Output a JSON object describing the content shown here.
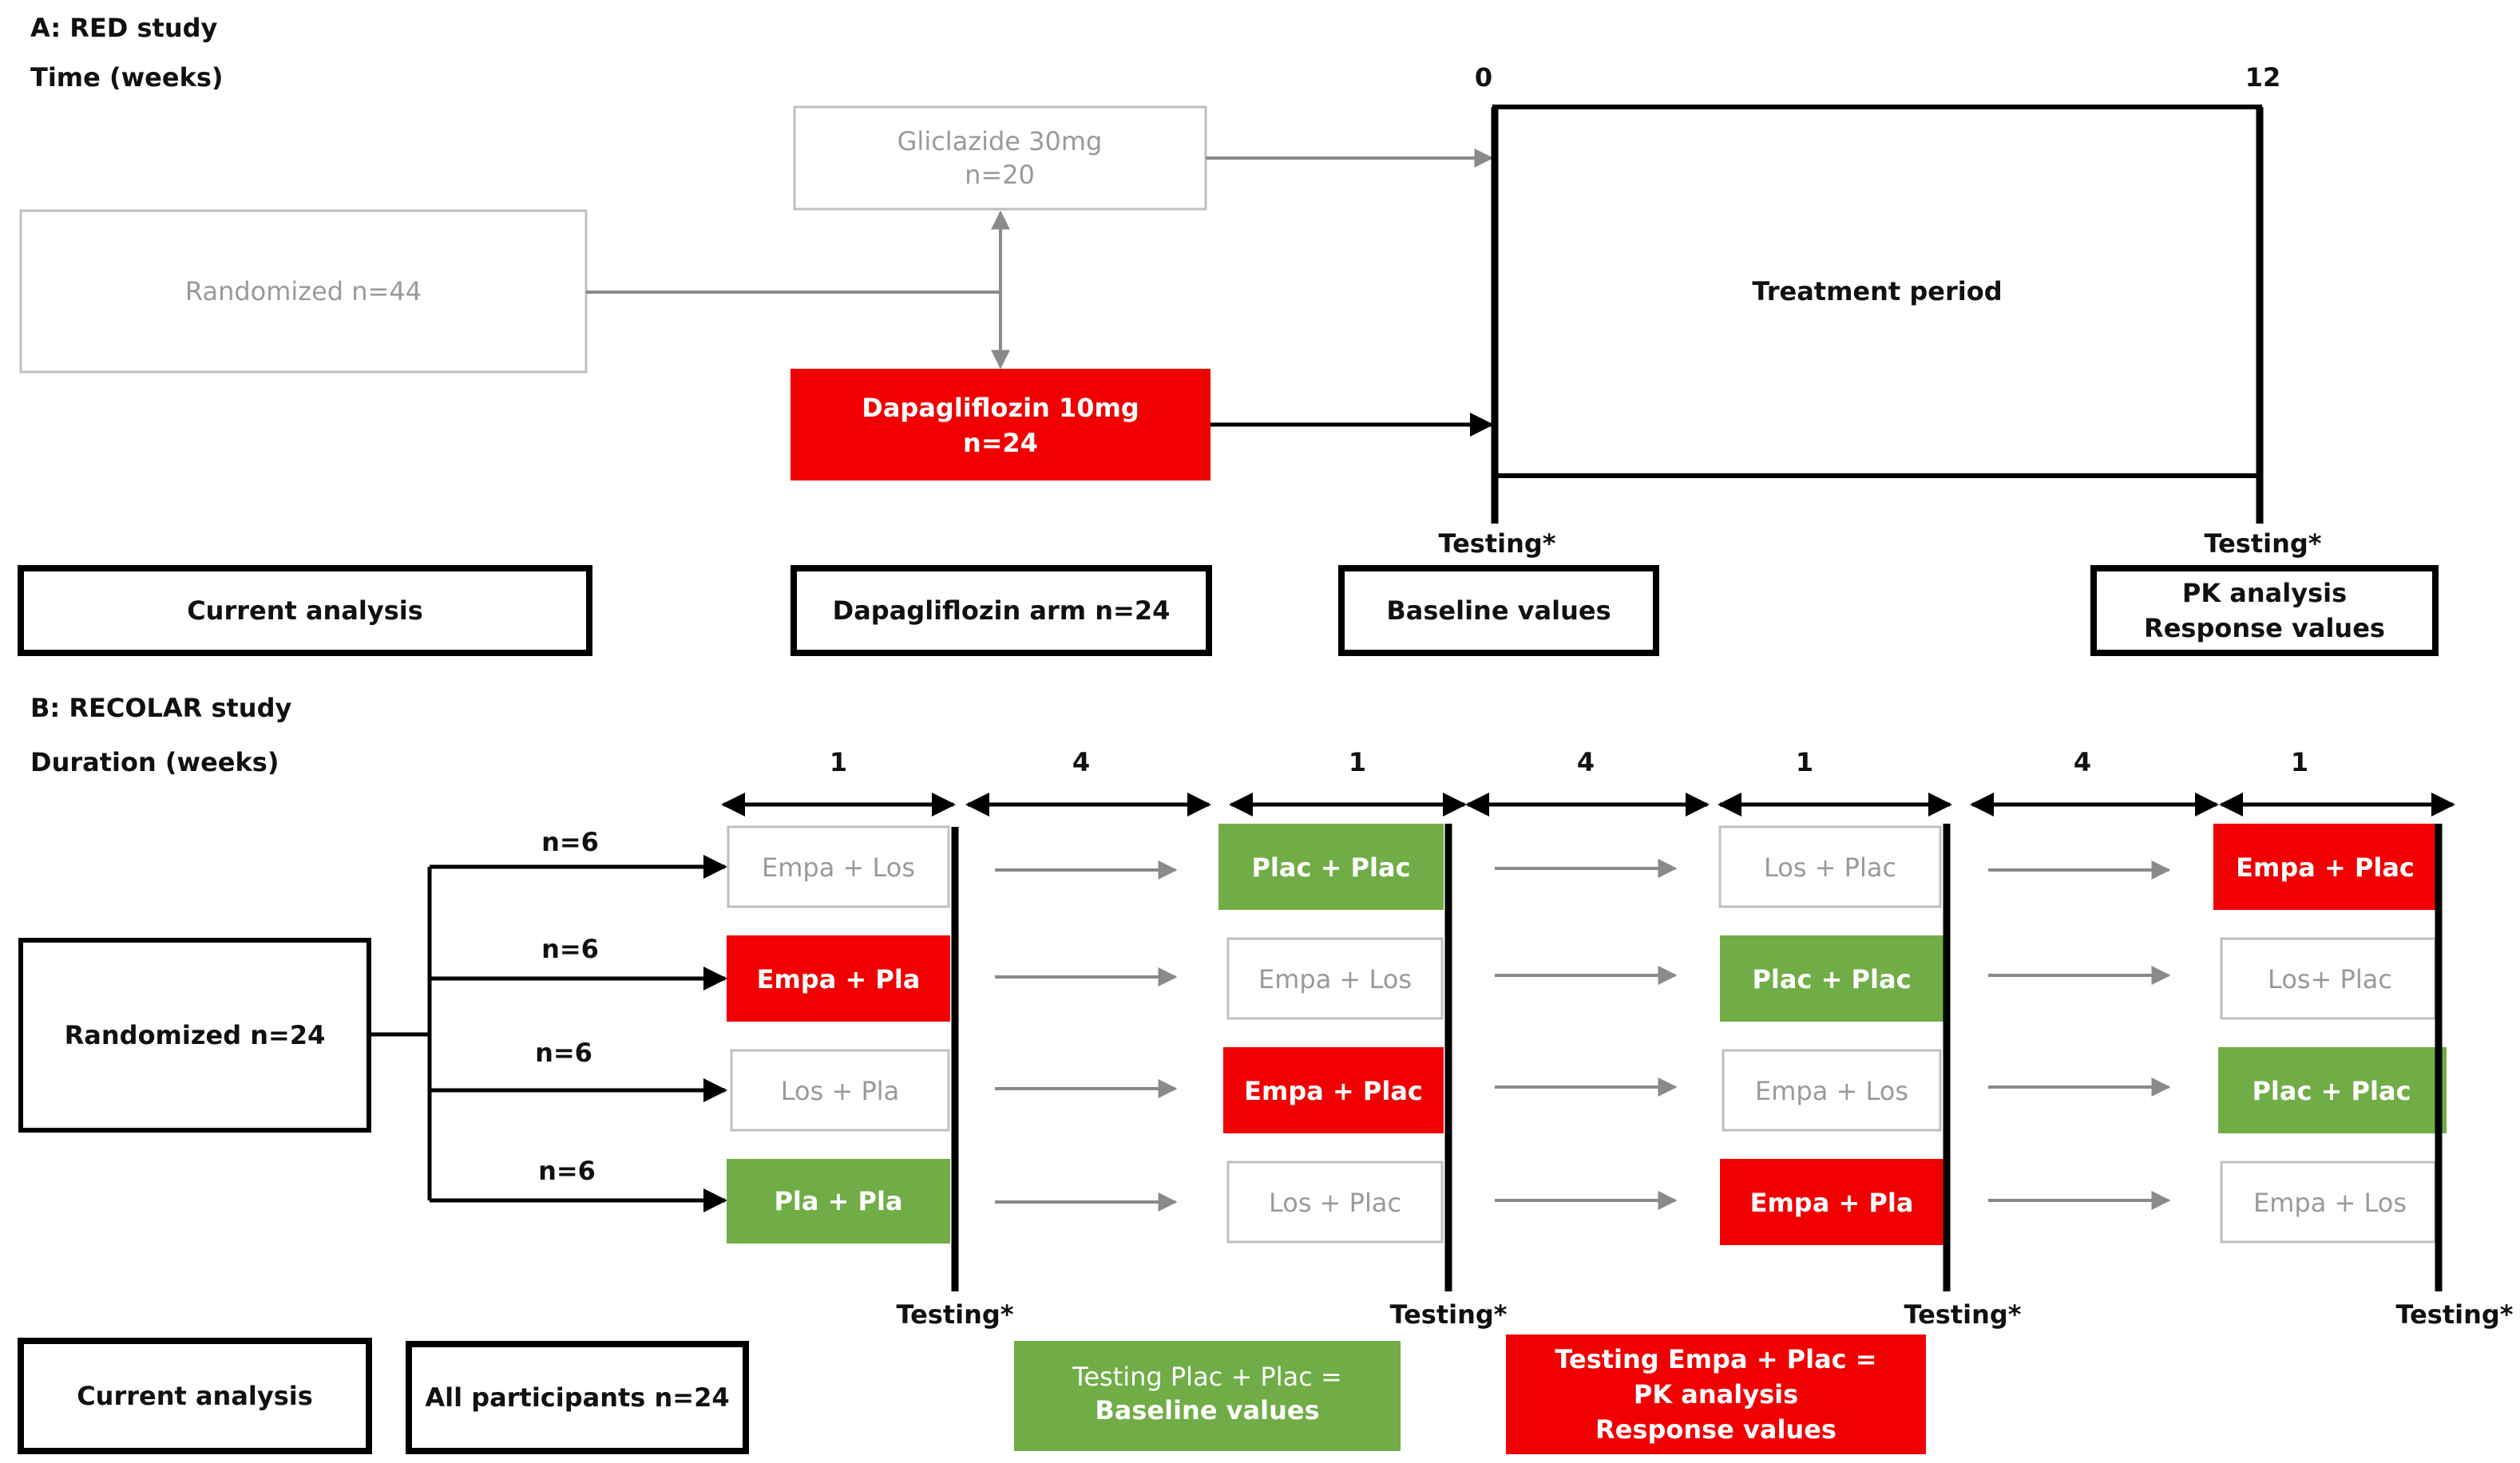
{
  "colors": {
    "red": "#f00000",
    "green": "#70ad47",
    "grey_text": "#9a9a9a",
    "grey_line": "#8a8a8a",
    "grey_border": "#bfbfbf",
    "black": "#000000"
  },
  "panel_a": {
    "title": "A: RED study",
    "time_label": "Time (weeks)",
    "week_start": "0",
    "week_end": "12",
    "randomized": "Randomized n=44",
    "gliclazide_line1": "Gliclazide 30mg",
    "gliclazide_line2": "n=20",
    "dapagliflozin_line1": "Dapagliflozin 10mg",
    "dapagliflozin_line2": "n=24",
    "treatment_period": "Treatment period",
    "testing_start": "Testing*",
    "testing_end": "Testing*",
    "footer_current": "Current analysis",
    "footer_arm": "Dapagliflozin arm n=24",
    "footer_baseline": "Baseline values",
    "footer_pk_line1": "PK analysis",
    "footer_pk_line2": "Response values"
  },
  "panel_b": {
    "title": "B: RECOLAR study",
    "duration_label": "Duration (weeks)",
    "durations": [
      "1",
      "4",
      "1",
      "4",
      "1",
      "4",
      "1"
    ],
    "randomized": "Randomized n=24",
    "group_n": [
      "n=6",
      "n=6",
      "n=6",
      "n=6"
    ],
    "periods": [
      [
        "Empa + Los",
        "Empa + Pla",
        "Los + Pla",
        "Pla + Pla"
      ],
      [
        "Plac + Plac",
        "Empa + Los",
        "Empa + Plac",
        "Los + Plac"
      ],
      [
        "Los + Plac",
        "Plac + Plac",
        "Empa + Los",
        "Empa + Pla"
      ],
      [
        "Empa + Plac",
        "Los+ Plac",
        "Plac + Plac",
        "Empa + Los"
      ]
    ],
    "testing": [
      "Testing*",
      "Testing*",
      "Testing*",
      "Testing*"
    ],
    "footer_current": "Current analysis",
    "footer_all": "All participants n=24",
    "legend_green_line1": "Testing Plac + Plac =",
    "legend_green_line2": "Baseline values",
    "legend_red_line1": "Testing Empa + Plac =",
    "legend_red_line2": "PK analysis",
    "legend_red_line3": "Response values"
  }
}
